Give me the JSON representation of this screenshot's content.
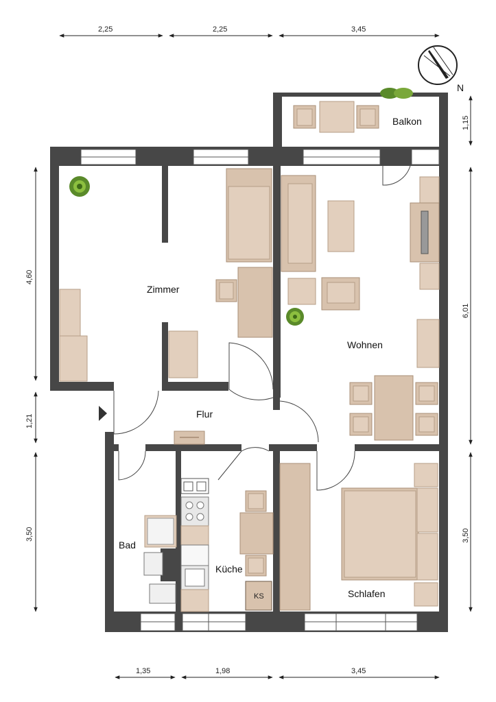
{
  "rooms": {
    "balkon": "Balkon",
    "zimmer": "Zimmer",
    "wohnen": "Wohnen",
    "flur": "Flur",
    "bad": "Bad",
    "kueche": "Küche",
    "schlafen": "Schlafen"
  },
  "labels": {
    "ks": "KS",
    "north": "N"
  },
  "dimensions": {
    "top": [
      "2,25",
      "2,25",
      "3,45"
    ],
    "bottom": [
      "1,35",
      "1,98",
      "3,45"
    ],
    "left": [
      "4,60",
      "1,21",
      "3,50"
    ],
    "right": [
      "1,15",
      "6,01",
      "3,50"
    ]
  },
  "colors": {
    "wall": "#474747",
    "furniture": "#e2cfbd",
    "plant": "#5a8a2a"
  }
}
